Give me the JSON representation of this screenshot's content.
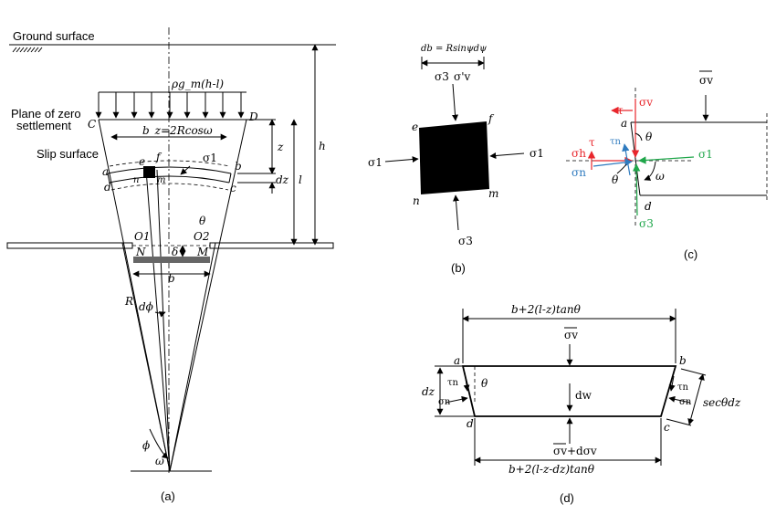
{
  "panel_a": {
    "ground_surface": "Ground surface",
    "load": "ρg_m(h-l)",
    "plane_zero_1": "Plane of zero",
    "plane_zero_2": "settlement",
    "slip_surface": "Slip surface",
    "bz": "b_z=2Rcosω",
    "C": "C",
    "D": "D",
    "a": "a",
    "b": "b",
    "c": "c",
    "d": "d",
    "e": "e",
    "f": "f",
    "n": "n",
    "m": "m",
    "sigma1": "σ1",
    "z": "z",
    "dz": "dz",
    "h": "h",
    "l": "l",
    "O1": "O1",
    "O2": "O2",
    "N": "N",
    "M": "M",
    "theta": "θ",
    "delta": "δ",
    "b_bottom": "b",
    "R": "R",
    "dphi": "dϕ",
    "phi": "ϕ",
    "omega": "ω",
    "caption": "(a)"
  },
  "panel_b": {
    "db": "db = Rsinψdψ",
    "sigma3": "σ3",
    "sigmav_prime": "σ'v",
    "sigma1_left": "σ1",
    "sigma1_right": "σ1",
    "sigma3_bottom": "σ3",
    "e": "e",
    "f": "f",
    "n": "n",
    "m": "m",
    "caption": "(b)"
  },
  "panel_c": {
    "sigmav_bar": "σv",
    "sigmav": "σv",
    "tau": "τ",
    "tau_n": "τn",
    "sigma_h": "σh",
    "sigma_n": "σn",
    "sigma1": "σ1",
    "sigma3": "σ3",
    "a": "a",
    "d": "d",
    "theta1": "θ",
    "theta2": "θ",
    "omega": "ω",
    "caption": "(c)",
    "colors": {
      "red": "#e8262c",
      "blue": "#2f7bbf",
      "green": "#1fa64a"
    }
  },
  "panel_d": {
    "top_width": "b+2(l-z)tanθ",
    "bottom_width": "b+2(l-z-dz)tanθ",
    "sigmav_bar": "σv",
    "sigmav_dv": "σv+dσv",
    "dw": "dw",
    "a": "a",
    "b": "b",
    "c": "c",
    "d": "d",
    "tau_n_left": "τn",
    "sigma_n_left": "σn",
    "tau_n_right": "τn",
    "sigma_n_right": "σn",
    "dz": "dz",
    "theta": "θ",
    "sec": "secθdz",
    "caption": "(d)"
  }
}
